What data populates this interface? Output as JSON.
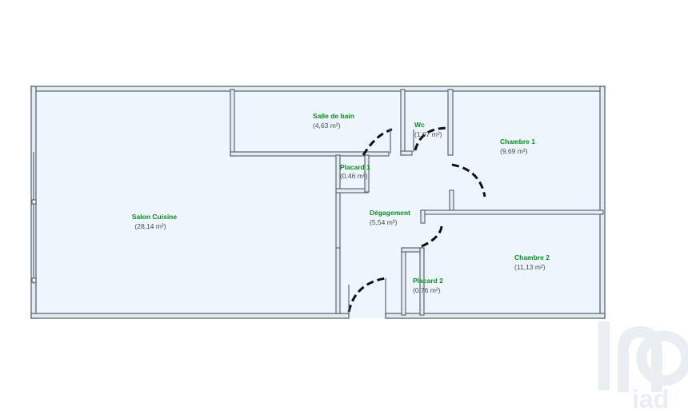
{
  "plan": {
    "colors": {
      "wall": "#5e6872",
      "wall_inner": "#e4ecf3",
      "floor": "#eef6fd",
      "label_name": "#0f8a24",
      "label_area": "#4a4a4a",
      "door": "#111111",
      "watermark": "#e9eef3"
    },
    "rooms": [
      {
        "id": "salon",
        "name": "Salon Cuisine",
        "area": "(28,14 m²)"
      },
      {
        "id": "sdb",
        "name": "Salle de bain",
        "area": "(4,63 m²)"
      },
      {
        "id": "wc",
        "name": "Wc",
        "area": "(1,07 m²)"
      },
      {
        "id": "ch1",
        "name": "Chambre 1",
        "area": "(9,69 m²)"
      },
      {
        "id": "plac1",
        "name": "Placard 1",
        "area": "(0,46 m²)"
      },
      {
        "id": "deg",
        "name": "Dégagement",
        "area": "(5,54 m²)"
      },
      {
        "id": "ch2",
        "name": "Chambre 2",
        "area": "(11,13 m²)"
      },
      {
        "id": "plac2",
        "name": "Placard 2",
        "area": "(0,76 m²)"
      }
    ]
  },
  "watermark": {
    "logo_text": "iad"
  }
}
